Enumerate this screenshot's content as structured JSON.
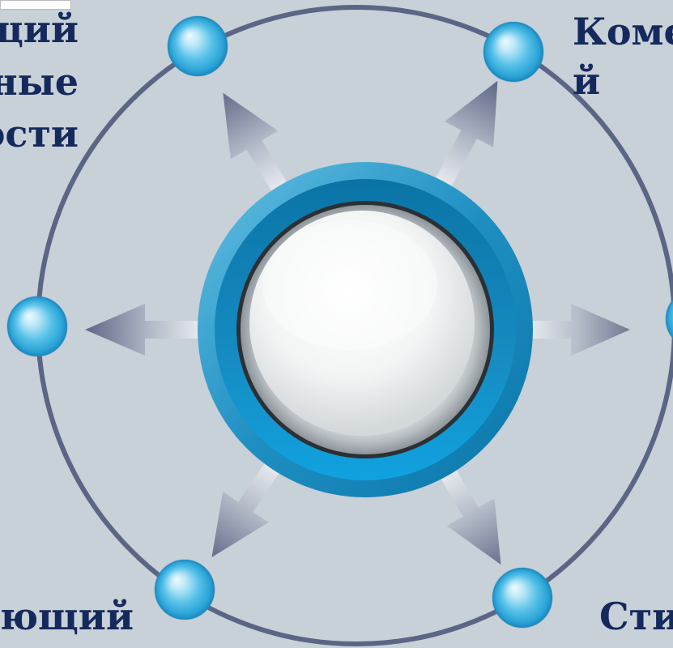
{
  "labels": {
    "top_left": [
      "щий",
      "ные",
      "ости"
    ],
    "top_right": [
      "Коме",
      "й"
    ],
    "bottom_left": "ющий",
    "bottom_right": "Сти"
  },
  "colors": {
    "background": "#c8d0d8",
    "ring": "#5b6584",
    "label_text": "#14295c"
  }
}
